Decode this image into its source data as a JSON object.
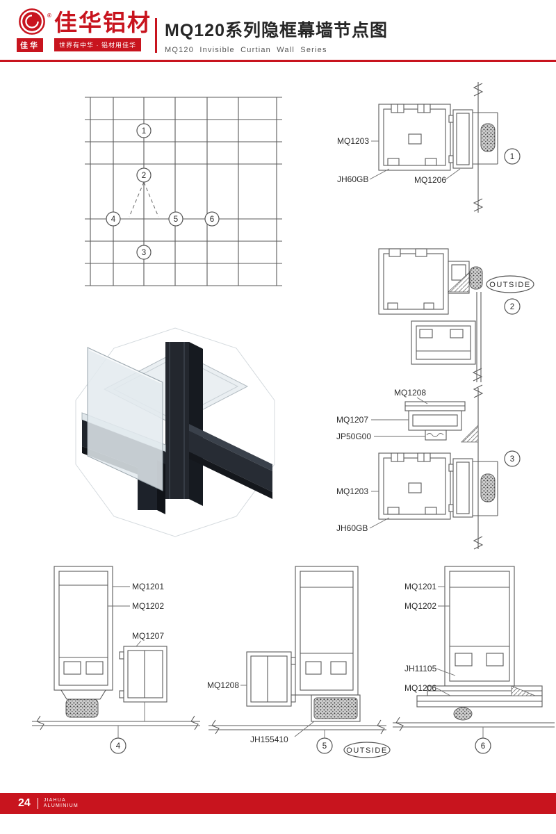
{
  "header": {
    "logo": {
      "reg": "®",
      "name_cn": "佳华"
    },
    "brand_cn": "佳华铝材",
    "brand_slogan": "世界有中华 · 铝材用佳华",
    "title_cn": "MQ120系列隐框幕墙节点图",
    "title_en": "MQ120 Invisible Curtian Wall Series"
  },
  "elevation": {
    "callouts": [
      "1",
      "2",
      "3",
      "4",
      "5",
      "6"
    ]
  },
  "sections": {
    "d1": {
      "num": "1",
      "labels": {
        "profile": "MQ1203",
        "gasket": "JH60GB",
        "adaptor": "MQ1206"
      }
    },
    "d2": {
      "num": "2",
      "outside": "OUTSIDE"
    },
    "d3": {
      "num": "3",
      "labels": {
        "plate": "MQ1208",
        "cover": "MQ1207",
        "seal": "JP50G00",
        "profile": "MQ1203",
        "gasket": "JH60GB"
      }
    },
    "d4": {
      "num": "4",
      "labels": {
        "mullion": "MQ1201",
        "insert": "MQ1202",
        "cover": "MQ1207"
      }
    },
    "d5": {
      "num": "5",
      "labels": {
        "plate": "MQ1208",
        "seal": "JH155410"
      },
      "outside": "OUTSIDE"
    },
    "d6": {
      "num": "6",
      "labels": {
        "mullion": "MQ1201",
        "insert": "MQ1202",
        "seal": "JH11105",
        "adaptor": "MQ1206"
      }
    }
  },
  "footer": {
    "page": "24",
    "brand_top": "JIAHUA",
    "brand_bottom": "ALUMINIUM"
  },
  "colors": {
    "accent_red": "#c8141e",
    "line_gray": "#5a5a5a",
    "profile_dark": "#23272e",
    "glass": "#e8eef1"
  }
}
